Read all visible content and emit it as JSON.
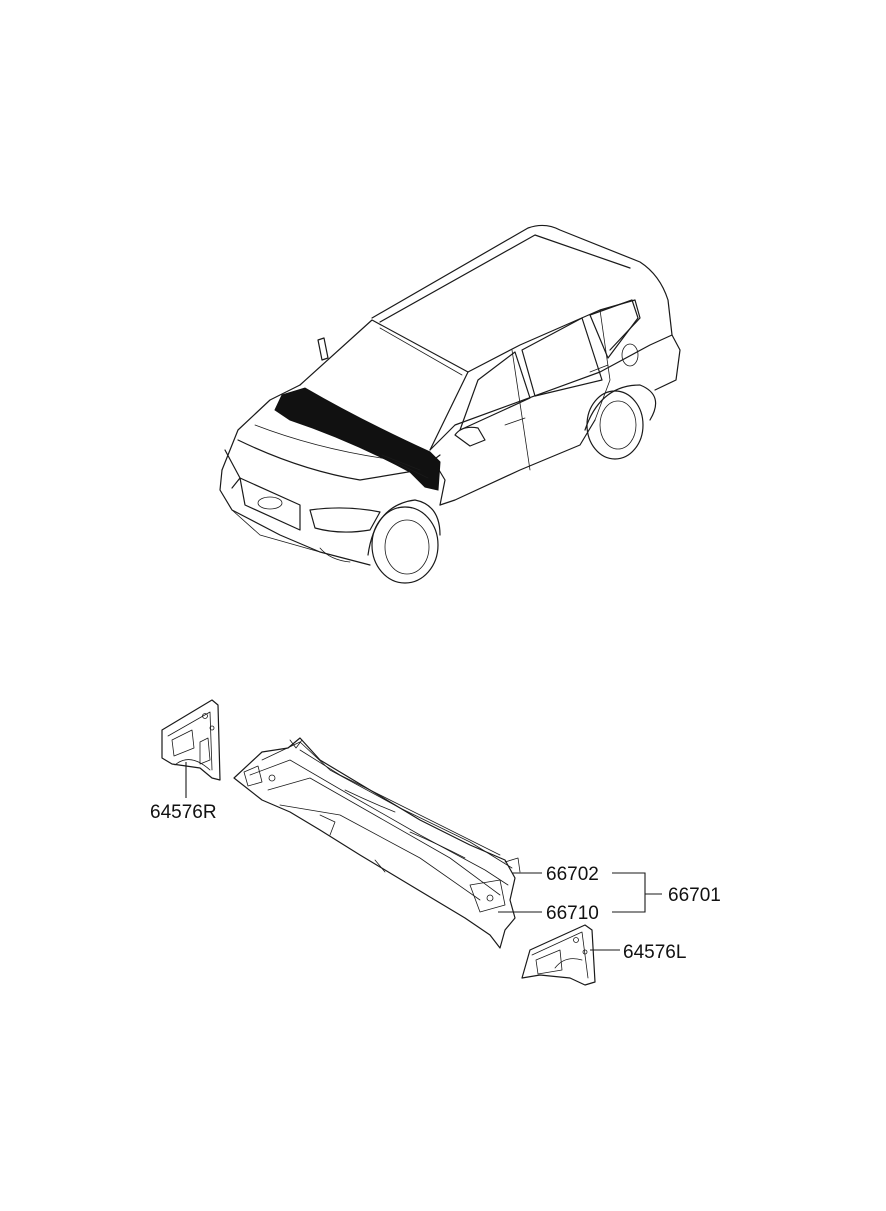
{
  "callouts": {
    "p64576R": "64576R",
    "p66702": "66702",
    "p66710": "66710",
    "p66701": "66701",
    "p64576L": "64576L"
  }
}
